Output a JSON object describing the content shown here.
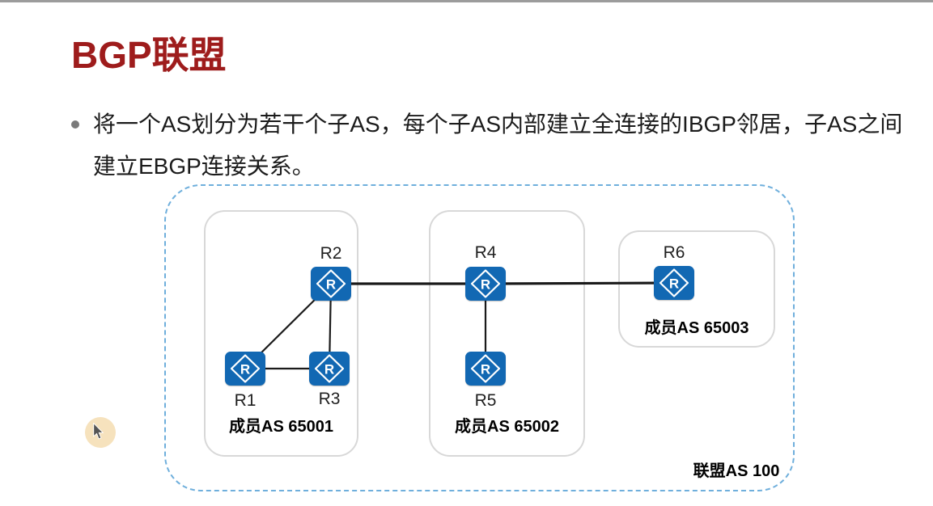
{
  "slide": {
    "title": "BGP联盟",
    "bullet": {
      "lines": [
        "将一个AS划分为若干个子AS，每个子AS内部建立全连接的IBGP邻居，子AS之间",
        "建立EBGP连接关系。"
      ]
    }
  },
  "diagram": {
    "confederation_label": "联盟AS 100",
    "groups": [
      {
        "label": "成员AS 65001"
      },
      {
        "label": "成员AS 65002"
      },
      {
        "label": "成员AS 65003"
      }
    ],
    "routers": [
      {
        "id": "R1",
        "label": "R1",
        "icon_letter": "R"
      },
      {
        "id": "R2",
        "label": "R2",
        "icon_letter": "R"
      },
      {
        "id": "R3",
        "label": "R3",
        "icon_letter": "R"
      },
      {
        "id": "R4",
        "label": "R4",
        "icon_letter": "R"
      },
      {
        "id": "R5",
        "label": "R5",
        "icon_letter": "R"
      },
      {
        "id": "R6",
        "label": "R6",
        "icon_letter": "R"
      }
    ],
    "links": [
      {
        "from": "R2",
        "to": "R4"
      },
      {
        "from": "R4",
        "to": "R6"
      },
      {
        "from": "R1",
        "to": "R2"
      },
      {
        "from": "R2",
        "to": "R3"
      },
      {
        "from": "R1",
        "to": "R3"
      },
      {
        "from": "R4",
        "to": "R5"
      }
    ]
  },
  "colors": {
    "title_red": "#9e1c1c",
    "router_blue": "#1268b3",
    "confed_dash_blue": "#6fafdc",
    "member_box_border": "#d8d8d8",
    "link_black": "#1a1a1a",
    "cursor_highlight": "#f6e2bd"
  }
}
